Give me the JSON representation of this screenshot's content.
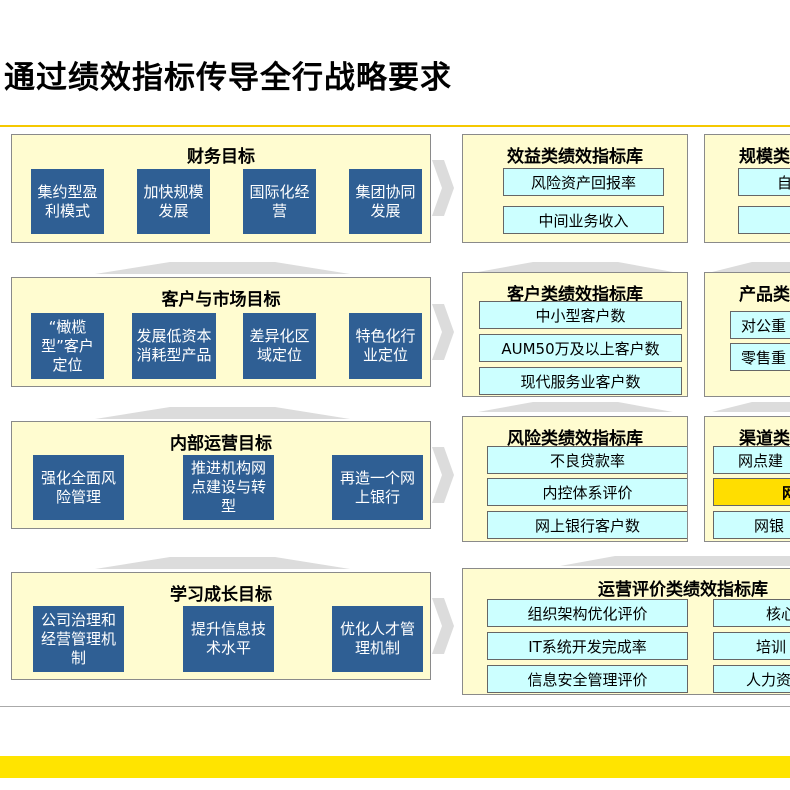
{
  "page": {
    "title": "通过绩效指标传导全行战略要求"
  },
  "objectives": [
    {
      "title": "财务目标",
      "items": [
        "集约型盈利模式",
        "加快规模发展",
        "国际化经营",
        "集团协同发展"
      ]
    },
    {
      "title": "客户与市场目标",
      "items": [
        "“橄榄型”客户定位",
        "发展低资本消耗型产品",
        "差异化区域定位",
        "特色化行业定位"
      ]
    },
    {
      "title": "内部运营目标",
      "items": [
        "强化全面风险管理",
        "推进机构网点建设与转型",
        "再造一个网上银行"
      ]
    },
    {
      "title": "学习成长目标",
      "items": [
        "公司治理和经营管理机制",
        "提升信息技术水平",
        "优化人才管理机制"
      ]
    }
  ],
  "libraries": [
    {
      "title": "效益类绩效指标库",
      "items": [
        "风险资产回报率",
        "中间业务收入"
      ]
    },
    {
      "title": "客户类绩效指标库",
      "items": [
        "中小型客户数",
        "AUM50万及以上客户数",
        "现代服务业客户数"
      ]
    },
    {
      "title": "风险类绩效指标库",
      "items": [
        "不良贷款率",
        "内控体系评价",
        "网上银行客户数"
      ]
    },
    {
      "title": "运营评价类绩效指标库",
      "items": [
        "组织架构优化评价",
        "IT系统开发完成率",
        "信息安全管理评价"
      ]
    }
  ],
  "right_libraries": [
    {
      "title": "规模类",
      "items": [
        "自",
        ""
      ]
    },
    {
      "title": "产品类",
      "items": [
        "对公重",
        "零售重"
      ]
    },
    {
      "title": "渠道类",
      "items": [
        "网点建",
        "网",
        "网银"
      ],
      "highlight_index": 1
    }
  ],
  "ops_right_items": [
    "核心",
    "培训",
    "人力资"
  ],
  "colors": {
    "panel_fill": "#fffcd0",
    "objective_box": "#2f5f94",
    "indicator_box": "#ccffff",
    "highlight": "#ffde00",
    "accent_line": "#f5c800"
  }
}
